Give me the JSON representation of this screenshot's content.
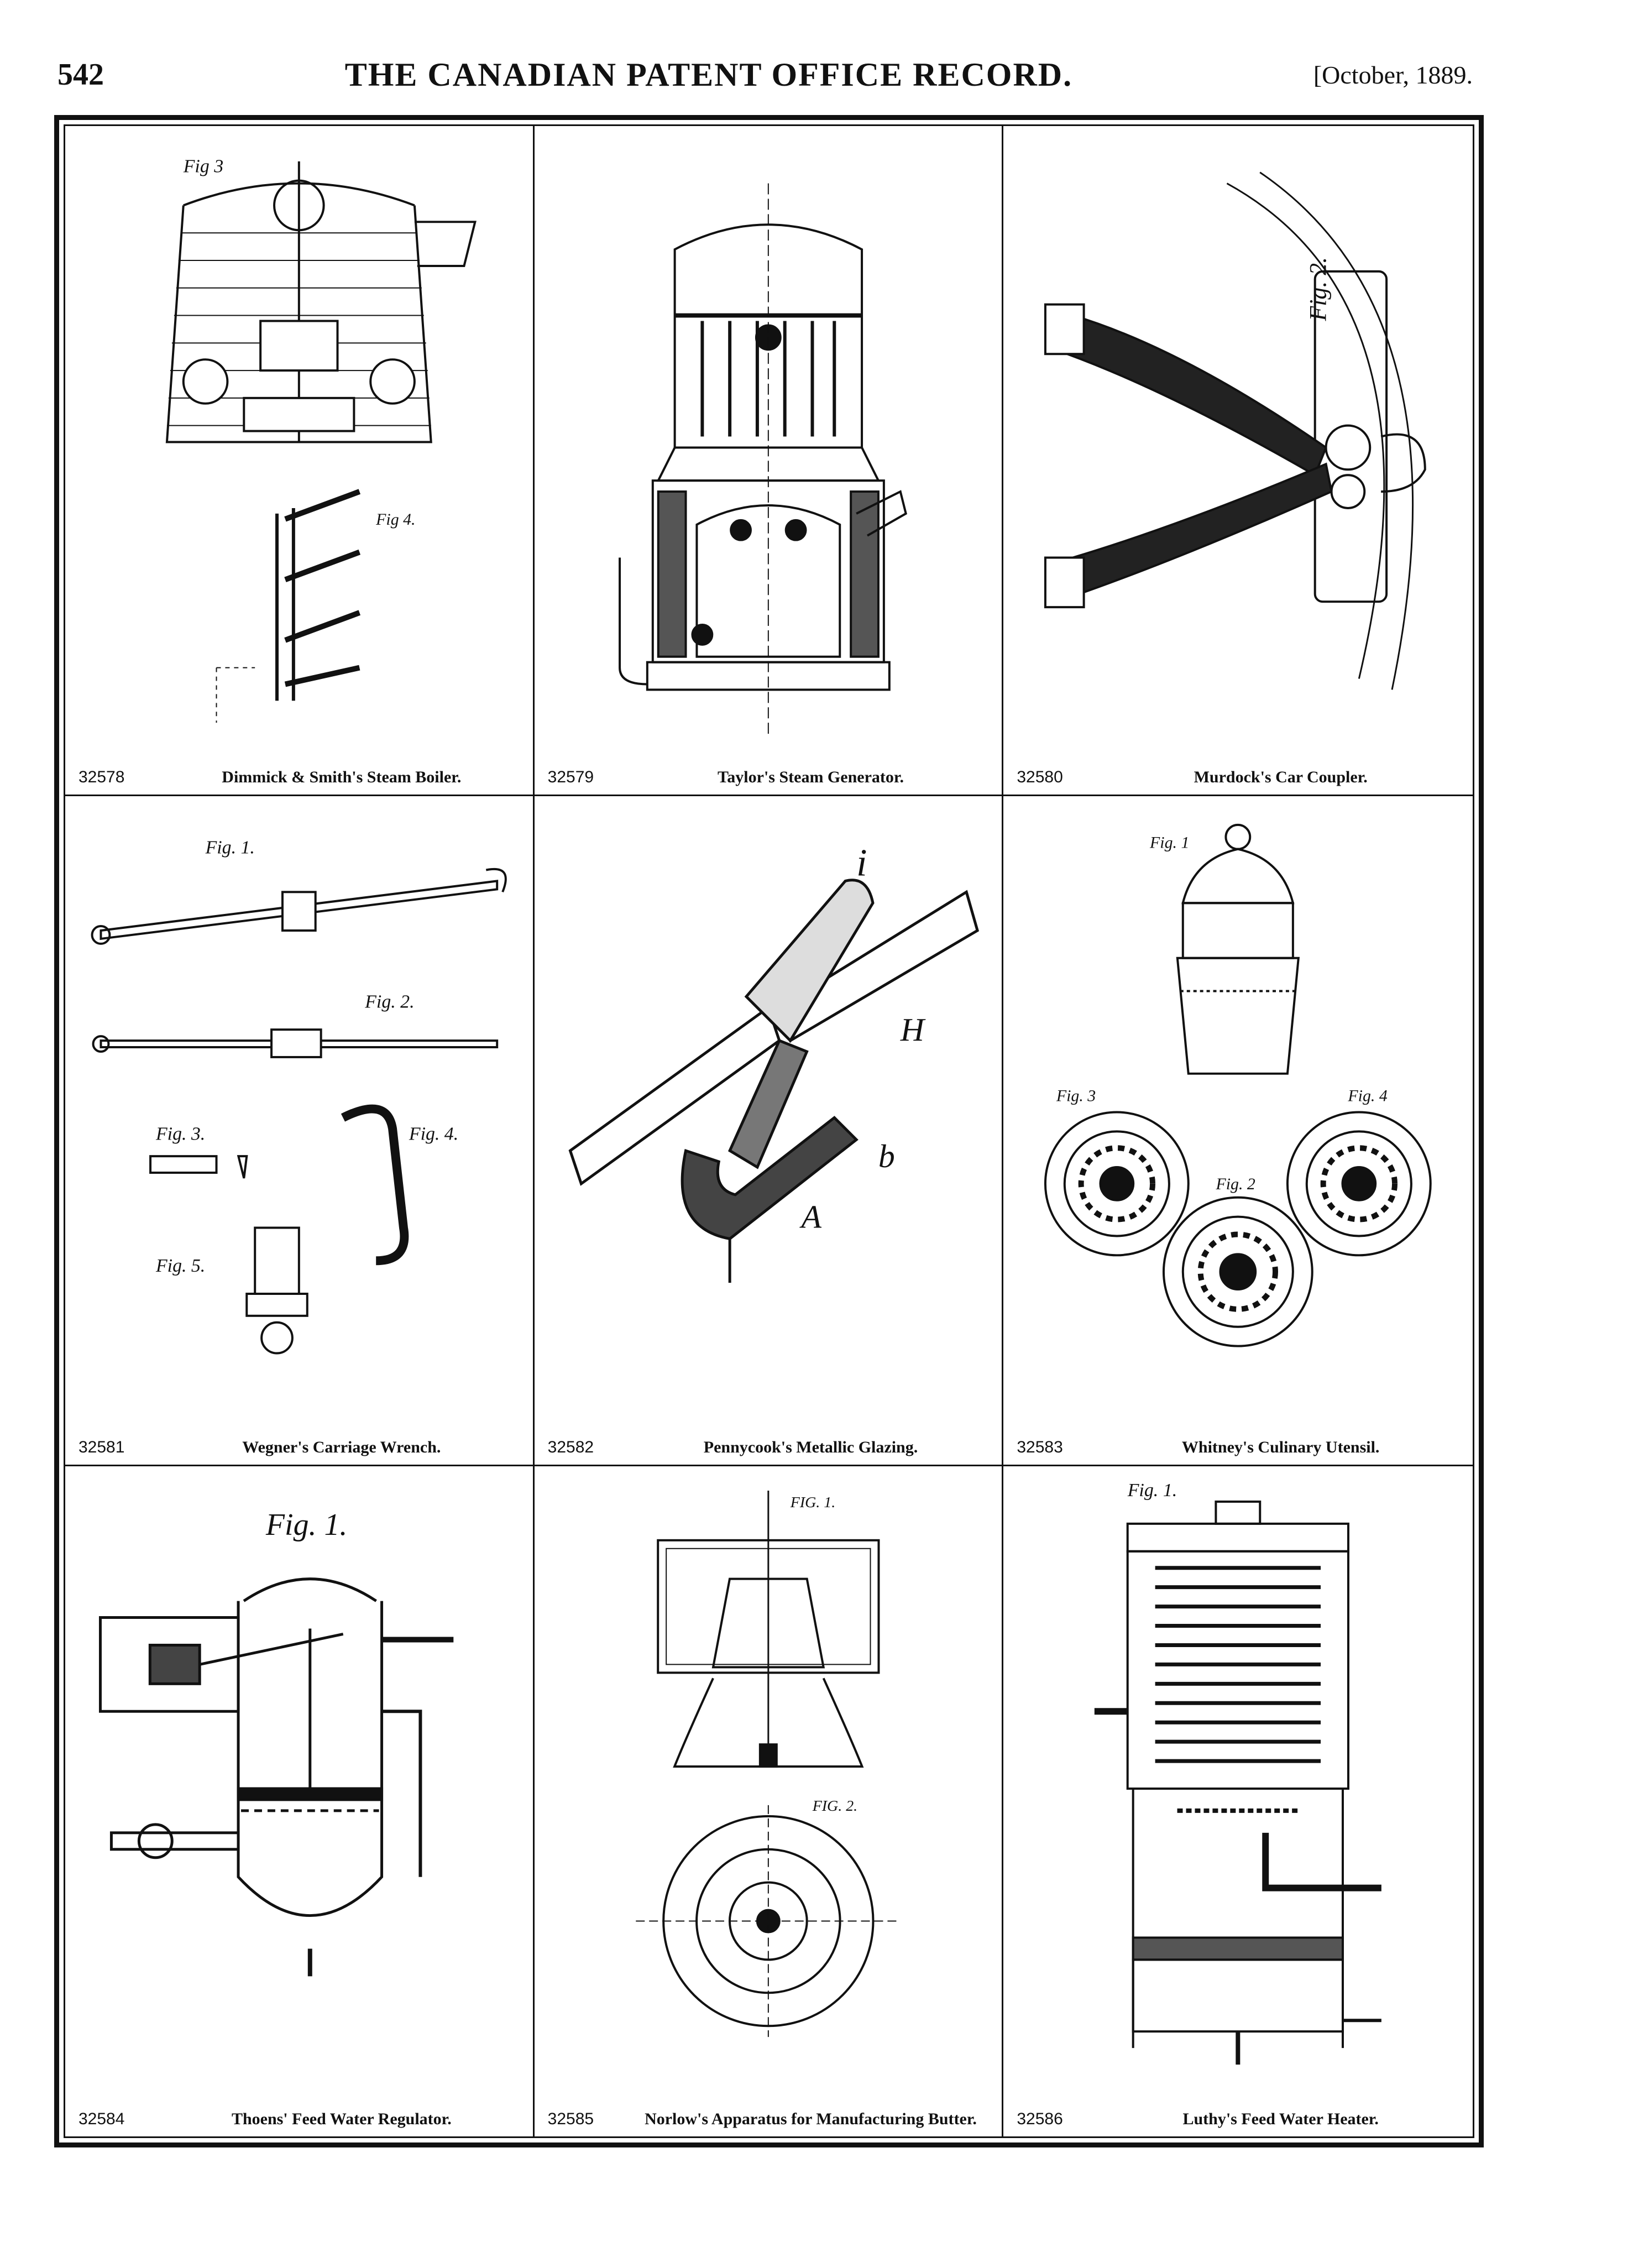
{
  "header": {
    "page_number": "542",
    "journal_title": "THE CANADIAN PATENT OFFICE RECORD.",
    "date": "[October, 1889."
  },
  "patents": [
    {
      "number": "32578",
      "title": "Dimmick & Smith's Steam Boiler."
    },
    {
      "number": "32579",
      "title": "Taylor's Steam Generator."
    },
    {
      "number": "32580",
      "title": "Murdock's Car Coupler."
    },
    {
      "number": "32581",
      "title": "Wegner's Carriage Wrench."
    },
    {
      "number": "32582",
      "title": "Pennycook's Metallic Glazing."
    },
    {
      "number": "32583",
      "title": "Whitney's Culinary Utensil."
    },
    {
      "number": "32584",
      "title": "Thoens' Feed Water Regulator."
    },
    {
      "number": "32585",
      "title": "Norlow's Apparatus for Manufacturing Butter."
    },
    {
      "number": "32586",
      "title": "Luthy's Feed Water Heater."
    }
  ],
  "figure_labels": {
    "boiler_fig3": "Fig 3",
    "boiler_fig4": "Fig 4.",
    "coupler_fig2": "Fig. 2.",
    "wrench_fig1": "Fig. 1.",
    "wrench_fig2": "Fig. 2.",
    "wrench_fig3": "Fig. 3.",
    "wrench_fig4": "Fig. 4.",
    "wrench_fig5": "Fig. 5.",
    "glazing_i": "i",
    "glazing_h": "H",
    "glazing_b": "b",
    "glazing_a": "A",
    "utensil_fig1": "Fig. 1",
    "utensil_fig2": "Fig. 2",
    "utensil_fig3": "Fig. 3",
    "utensil_fig4": "Fig. 4",
    "regulator_fig1": "Fig. 1.",
    "butter_fig1": "FIG. 1.",
    "butter_fig2": "FIG. 2.",
    "heater_fig1": "Fig. 1."
  }
}
